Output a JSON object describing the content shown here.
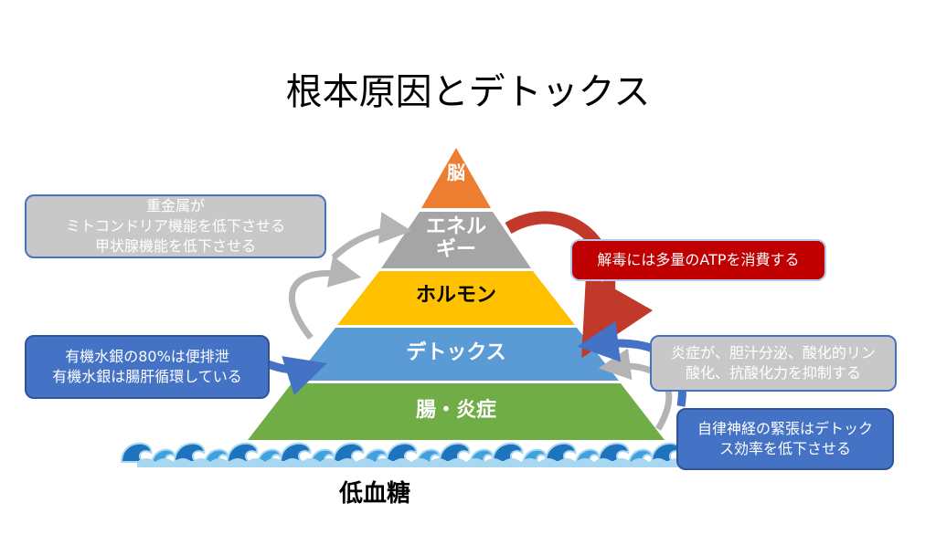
{
  "slide": {
    "title": "根本原因とデトックス"
  },
  "pyramid": {
    "layers": [
      {
        "id": "brain",
        "lines": [
          "脳"
        ],
        "color": "#ED7D31",
        "text_color": "#ffffff"
      },
      {
        "id": "energy",
        "lines": [
          "エネル",
          "ギー"
        ],
        "color": "#A5A5A5",
        "text_color": "#ffffff"
      },
      {
        "id": "hormone",
        "lines": [
          "ホルモン"
        ],
        "color": "#FFC000",
        "text_color": "#000000"
      },
      {
        "id": "detox",
        "lines": [
          "デトックス"
        ],
        "color": "#5B9BD5",
        "text_color": "#ffffff"
      },
      {
        "id": "gut",
        "lines": [
          "腸・炎症"
        ],
        "color": "#70AD47",
        "text_color": "#ffffff"
      }
    ],
    "base_label": "低血糖"
  },
  "callouts": {
    "heavy_metal": {
      "lines": [
        "重金属が",
        "ミトコンドリア機能を低下させる",
        "甲状腺機能を低下させる"
      ],
      "fill": "#C8C8C8",
      "border": "#4472C4",
      "text_color": "#ffffff"
    },
    "atp": {
      "lines": [
        "解毒には多量のATPを消費する"
      ],
      "fill": "#C00000",
      "border": "#B4C7E7",
      "text_color": "#ffffff"
    },
    "mercury": {
      "lines": [
        "有機水銀の80%は便排泄",
        "有機水銀は腸肝循環している"
      ],
      "fill": "#4472C4",
      "border": "#2F5597",
      "text_color": "#ffffff"
    },
    "inflammation": {
      "lines": [
        "炎症が、胆汁分泌、酸化的リン",
        "酸化、抗酸化力を抑制する"
      ],
      "fill": "#C8C8C8",
      "border": "#4472C4",
      "text_color": "#ffffff"
    },
    "nervous": {
      "lines": [
        "自律神経の緊張はデトック",
        "ス効率を低下させる"
      ],
      "fill": "#4472C4",
      "border": "#2F5597",
      "text_color": "#ffffff"
    }
  },
  "arrow_colors": {
    "red": "#C0392B",
    "gray": "#B4B4B4",
    "blue": "#4472C4"
  },
  "wave_colors": {
    "dark": "#1E74BC",
    "mid": "#3FA2DC",
    "light": "#A9D7F2"
  }
}
